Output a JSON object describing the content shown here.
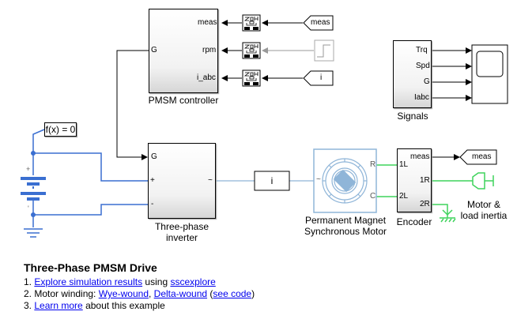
{
  "model": {
    "title": "Three-Phase PMSM Drive",
    "blocks": {
      "pmsm_controller": {
        "label": "PMSM controller",
        "ports": {
          "g": "G",
          "meas": "meas",
          "rpm": "rpm",
          "i_abc": "i_abc"
        }
      },
      "inverter": {
        "label_line1": "Three-phase",
        "label_line2": "inverter",
        "ports": {
          "g": "G",
          "plus": "+",
          "minus": "-",
          "ac": "~"
        }
      },
      "motor": {
        "label_line1": "Permanent Magnet",
        "label_line2": "Synchronous Motor",
        "ports": {
          "ac": "~",
          "r": "R",
          "c": "C"
        }
      },
      "encoder": {
        "label": "Encoder",
        "ports": {
          "l1": "1L",
          "l2": "2L",
          "meas": "meas",
          "r1": "1R",
          "r2": "2R"
        }
      },
      "signals": {
        "label": "Signals",
        "ports": [
          "Trq",
          "Spd",
          "G",
          "Iabc"
        ]
      },
      "load": {
        "label_line1": "Motor &",
        "label_line2": "load inertia"
      },
      "current_sensor": {
        "label": "i"
      },
      "solver": {
        "label": "f(x) = 0"
      },
      "from_meas": {
        "label": "meas"
      },
      "from_i": {
        "label": "i"
      },
      "goto_meas": {
        "label": "meas"
      },
      "zoh": {
        "label": "ZOH"
      }
    },
    "colors": {
      "electrical": "#3a6fd1",
      "mechanical": "#3fd35c",
      "physical_light": "#8fb5d8",
      "signal": "#000000",
      "disabled_signal": "#999999",
      "link": "#0000ee"
    }
  },
  "description": {
    "heading": "Three-Phase PMSM Drive",
    "items": [
      {
        "num": "1.",
        "link1": "Explore simulation results",
        "text1": " using ",
        "link2": "sscexplore"
      },
      {
        "num": "2.",
        "text0": "Motor winding: ",
        "link1": "Wye-wound",
        "sep": ", ",
        "link2": "Delta-wound",
        "open": " (",
        "link3": "see code",
        "close": ")"
      },
      {
        "num": "3.",
        "link1": "Learn more",
        "text1": " about this example"
      }
    ]
  }
}
